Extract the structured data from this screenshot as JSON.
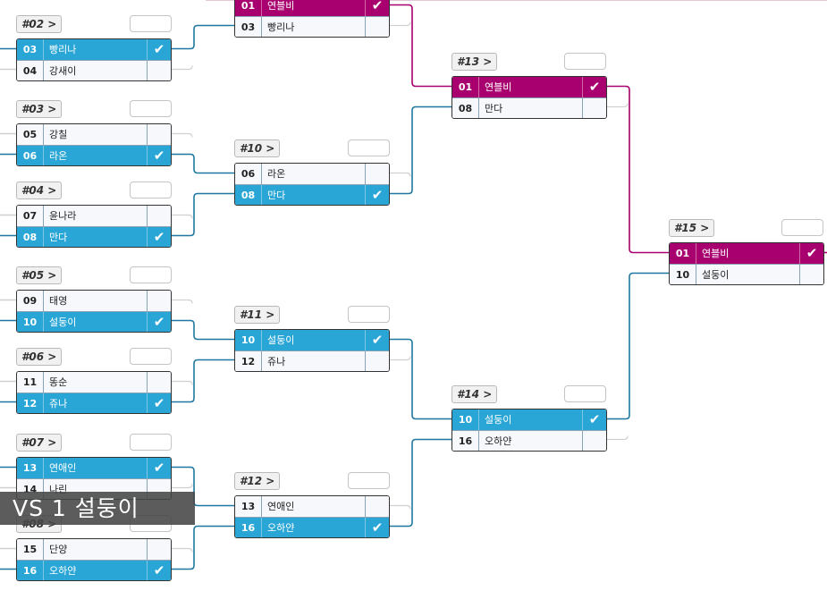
{
  "colors": {
    "winner": "#2aa6d6",
    "champion": "#a8006e",
    "connector_blue": "#1e78a0",
    "connector_magenta": "#a8006e"
  },
  "check_icon": "check-icon",
  "check_glyph": "✔",
  "overlay_text": "VS 1 설둥이",
  "matches": [
    {
      "id": "m01",
      "label": "",
      "column": 1,
      "teams": [
        {
          "seed": "01",
          "name": "연블비",
          "result": "champ"
        },
        {
          "seed": "03",
          "name": "빵리나",
          "result": "lose"
        }
      ]
    },
    {
      "id": "m02",
      "label": "#02 >",
      "column": 0,
      "teams": [
        {
          "seed": "03",
          "name": "빵리나",
          "result": "win"
        },
        {
          "seed": "04",
          "name": "강새이",
          "result": "lose"
        }
      ]
    },
    {
      "id": "m03",
      "label": "#03 >",
      "column": 0,
      "teams": [
        {
          "seed": "05",
          "name": "강칠",
          "result": "lose"
        },
        {
          "seed": "06",
          "name": "라온",
          "result": "win"
        }
      ]
    },
    {
      "id": "m04",
      "label": "#04 >",
      "column": 0,
      "teams": [
        {
          "seed": "07",
          "name": "윤나라",
          "result": "lose"
        },
        {
          "seed": "08",
          "name": "만다",
          "result": "win"
        }
      ]
    },
    {
      "id": "m05",
      "label": "#05 >",
      "column": 0,
      "teams": [
        {
          "seed": "09",
          "name": "태영",
          "result": "lose"
        },
        {
          "seed": "10",
          "name": "설둥이",
          "result": "win"
        }
      ]
    },
    {
      "id": "m06",
      "label": "#06 >",
      "column": 0,
      "teams": [
        {
          "seed": "11",
          "name": "똥순",
          "result": "lose"
        },
        {
          "seed": "12",
          "name": "쥬나",
          "result": "win"
        }
      ]
    },
    {
      "id": "m07",
      "label": "#07 >",
      "column": 0,
      "teams": [
        {
          "seed": "13",
          "name": "연애인",
          "result": "win"
        },
        {
          "seed": "14",
          "name": "나린",
          "result": "lose"
        }
      ]
    },
    {
      "id": "m08",
      "label": "#08 >",
      "column": 0,
      "teams": [
        {
          "seed": "15",
          "name": "단양",
          "result": "lose"
        },
        {
          "seed": "16",
          "name": "오하얀",
          "result": "win"
        }
      ]
    },
    {
      "id": "m10",
      "label": "#10 >",
      "column": 1,
      "teams": [
        {
          "seed": "06",
          "name": "라온",
          "result": "lose"
        },
        {
          "seed": "08",
          "name": "만다",
          "result": "win"
        }
      ]
    },
    {
      "id": "m11",
      "label": "#11 >",
      "column": 1,
      "teams": [
        {
          "seed": "10",
          "name": "설둥이",
          "result": "win"
        },
        {
          "seed": "12",
          "name": "쥬나",
          "result": "lose"
        }
      ]
    },
    {
      "id": "m12",
      "label": "#12 >",
      "column": 1,
      "teams": [
        {
          "seed": "13",
          "name": "연애인",
          "result": "lose"
        },
        {
          "seed": "16",
          "name": "오하얀",
          "result": "win"
        }
      ]
    },
    {
      "id": "m13",
      "label": "#13 >",
      "column": 2,
      "teams": [
        {
          "seed": "01",
          "name": "연블비",
          "result": "champ"
        },
        {
          "seed": "08",
          "name": "만다",
          "result": "lose"
        }
      ]
    },
    {
      "id": "m14",
      "label": "#14 >",
      "column": 2,
      "teams": [
        {
          "seed": "10",
          "name": "설둥이",
          "result": "win"
        },
        {
          "seed": "16",
          "name": "오하얀",
          "result": "lose"
        }
      ]
    },
    {
      "id": "m15",
      "label": "#15 >",
      "column": 3,
      "teams": [
        {
          "seed": "01",
          "name": "연블비",
          "result": "champ"
        },
        {
          "seed": "10",
          "name": "설둥이",
          "result": "lose"
        }
      ]
    }
  ]
}
